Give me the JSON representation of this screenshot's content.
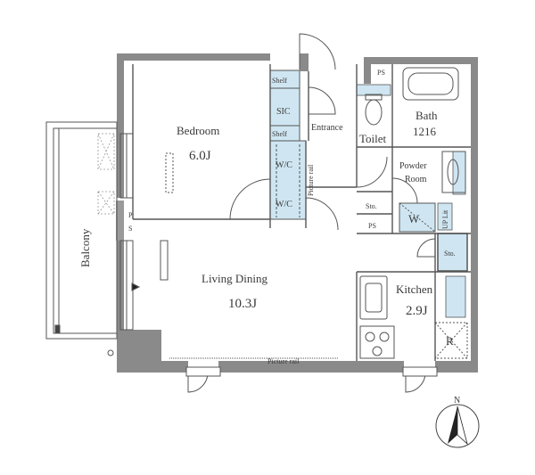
{
  "rooms": {
    "bedroom": {
      "name": "Bedroom",
      "size": "6.0J"
    },
    "living_dining": {
      "name": "Living Dining",
      "size": "10.3J"
    },
    "kitchen": {
      "name": "Kitchen",
      "size": "2.9J"
    },
    "balcony": {
      "name": "Balcony"
    },
    "entrance": {
      "name": "Entrance"
    },
    "toilet": {
      "name": "Toilet"
    },
    "bath": {
      "name": "Bath",
      "size": "1216"
    },
    "powder_room": {
      "name": "Powder Room",
      "line1": "Powder",
      "line2": "Room"
    }
  },
  "storage": {
    "shelf_top": "Shelf",
    "sic": "SIC",
    "shelf_mid": "Shelf",
    "wic_1": "W/C",
    "wic_2": "W/C",
    "sto_left": "Sto.",
    "sto_kitchen": "Sto.",
    "ps_top": "PS",
    "ps_mid": "PS",
    "ps_left_1": "P",
    "ps_left_2": "S",
    "washer": "W",
    "up_lit": "UP Lit"
  },
  "annotations": {
    "picture_rail_bottom": "Picture rail",
    "picture_rail_vertical": "Picture rail",
    "fridge": "R"
  },
  "compass": {
    "label": "N"
  },
  "colors": {
    "wall": "#8a8a8a",
    "wall_dark": "#6f6f6f",
    "line": "#555555",
    "fill_blue": "#cfe6f2",
    "fill_blue_dark": "#a9cfe3",
    "text": "#3a3a3a"
  }
}
